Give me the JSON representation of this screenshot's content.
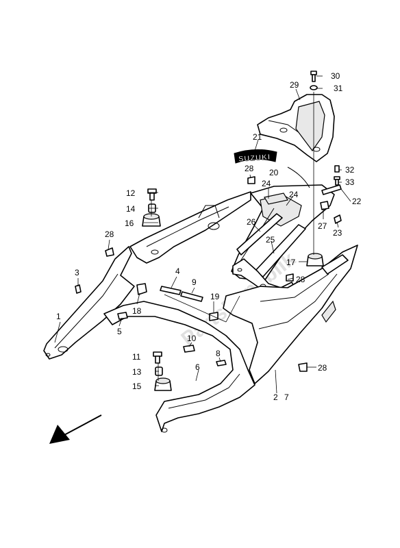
{
  "diagram": {
    "emblem_text": "SUZUKI",
    "watermark": "PartsRepublik",
    "callouts": [
      {
        "id": "c1",
        "text": "1"
      },
      {
        "id": "c2",
        "text": "2"
      },
      {
        "id": "c3",
        "text": "3"
      },
      {
        "id": "c4",
        "text": "4"
      },
      {
        "id": "c5",
        "text": "5"
      },
      {
        "id": "c6",
        "text": "6"
      },
      {
        "id": "c7",
        "text": "7"
      },
      {
        "id": "c8",
        "text": "8"
      },
      {
        "id": "c9",
        "text": "9"
      },
      {
        "id": "c10",
        "text": "10"
      },
      {
        "id": "c11",
        "text": "11"
      },
      {
        "id": "c12",
        "text": "12"
      },
      {
        "id": "c13",
        "text": "13"
      },
      {
        "id": "c14",
        "text": "14"
      },
      {
        "id": "c15",
        "text": "15"
      },
      {
        "id": "c16",
        "text": "16"
      },
      {
        "id": "c17",
        "text": "17"
      },
      {
        "id": "c18",
        "text": "18"
      },
      {
        "id": "c19",
        "text": "19"
      },
      {
        "id": "c20",
        "text": "20"
      },
      {
        "id": "c21",
        "text": "21"
      },
      {
        "id": "c22",
        "text": "22"
      },
      {
        "id": "c23",
        "text": "23"
      },
      {
        "id": "c24a",
        "text": "24"
      },
      {
        "id": "c24b",
        "text": "24"
      },
      {
        "id": "c25",
        "text": "25"
      },
      {
        "id": "c26",
        "text": "26"
      },
      {
        "id": "c27",
        "text": "27"
      },
      {
        "id": "c28a",
        "text": "28"
      },
      {
        "id": "c28b",
        "text": "28"
      },
      {
        "id": "c28c",
        "text": "28"
      },
      {
        "id": "c28d",
        "text": "28"
      },
      {
        "id": "c29",
        "text": "29"
      },
      {
        "id": "c30",
        "text": "30"
      },
      {
        "id": "c31",
        "text": "31"
      },
      {
        "id": "c32",
        "text": "32"
      },
      {
        "id": "c33",
        "text": "33"
      }
    ]
  }
}
